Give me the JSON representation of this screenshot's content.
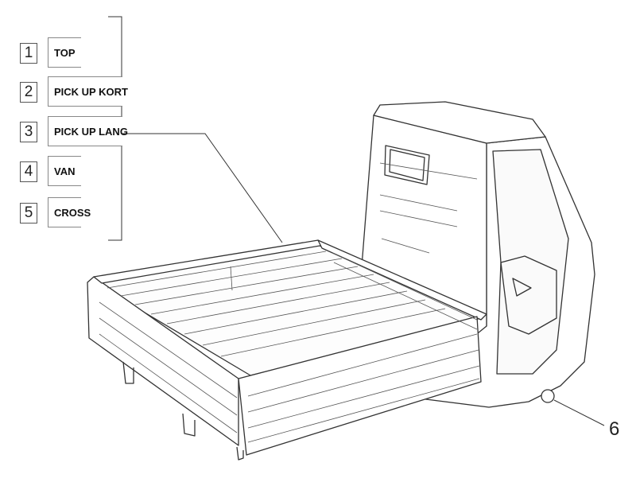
{
  "variants": [
    {
      "number": "1",
      "label": "TOP"
    },
    {
      "number": "2",
      "label": "PICK UP KORT"
    },
    {
      "number": "3",
      "label": "PICK UP LANG"
    },
    {
      "number": "4",
      "label": "VAN"
    },
    {
      "number": "5",
      "label": "CROSS"
    }
  ],
  "part_callout": {
    "number": "6"
  },
  "colors": {
    "line": "#333333",
    "fill": "#ffffff"
  }
}
